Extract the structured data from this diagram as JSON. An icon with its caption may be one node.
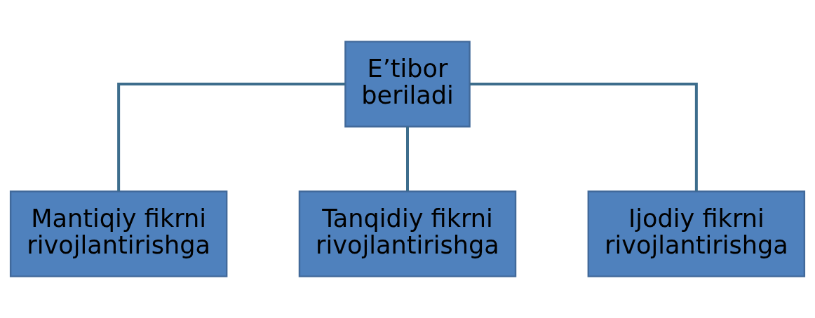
{
  "diagram": {
    "nodes": [
      {
        "text": [
          "E’tibor beriladi"
        ]
      },
      {
        "text": [
          "Mantiqiy fikrni rivojlantirishga"
        ]
      },
      {
        "text": [
          "Tanqidiy fikrni rivojlantirishga"
        ]
      },
      {
        "text": [
          "Ijodiy fikrni rivojlantirishga"
        ]
      }
    ],
    "edges": [
      {
        "from": 0,
        "to": 1,
        "arrow": "none"
      },
      {
        "from": 0,
        "to": 2,
        "arrow": "none"
      },
      {
        "from": 0,
        "to": 3,
        "arrow": "none"
      }
    ]
  }
}
